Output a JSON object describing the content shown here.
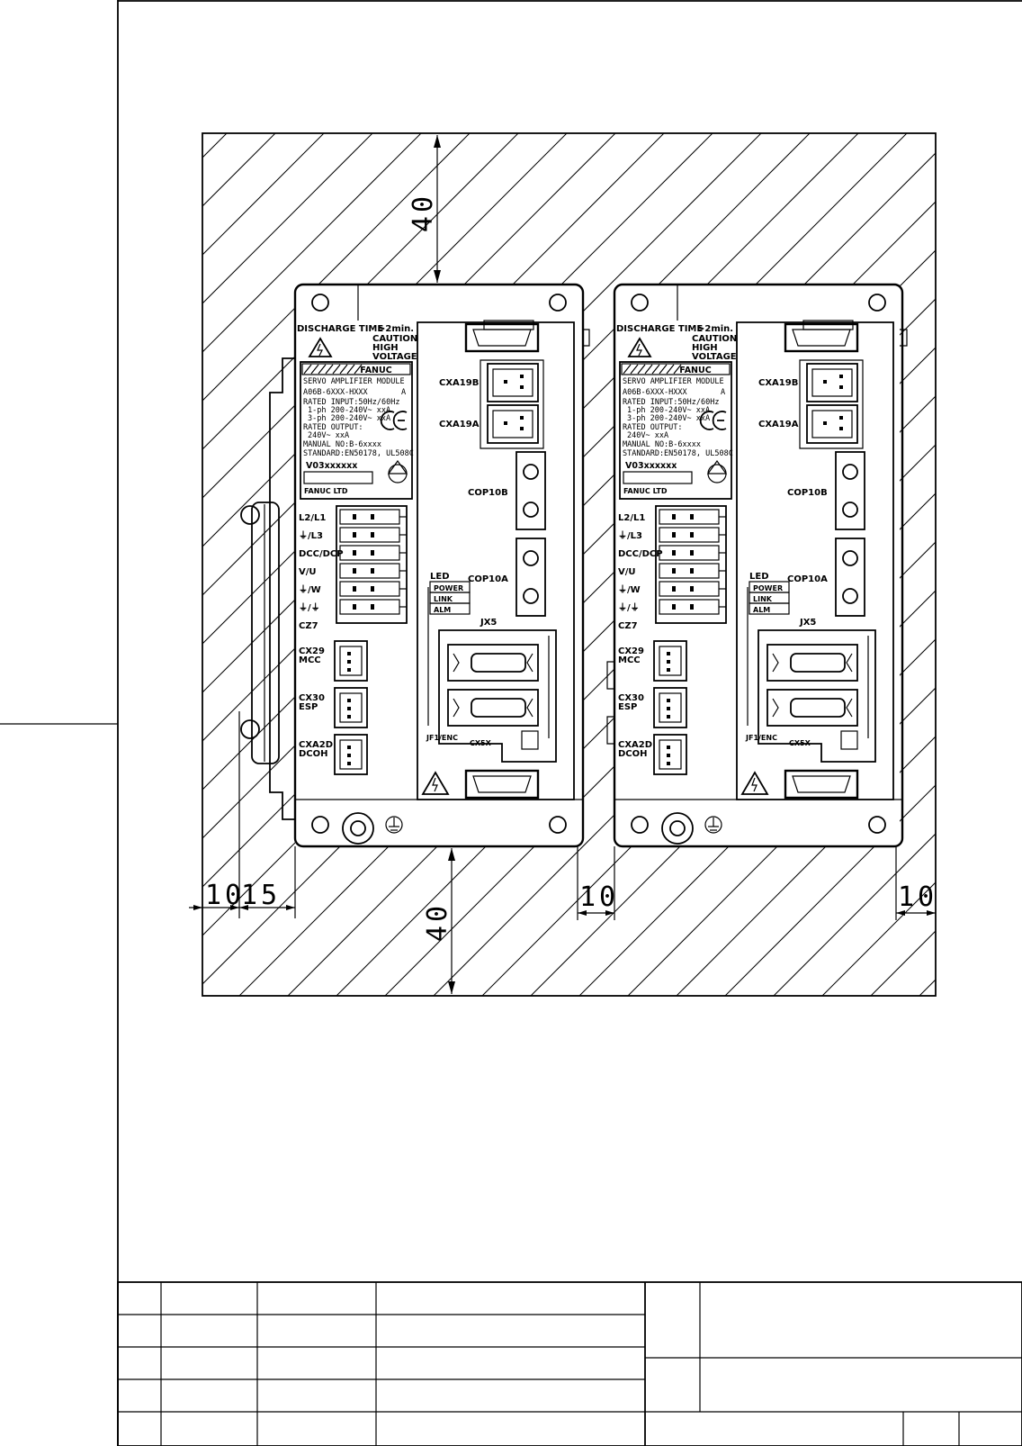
{
  "dimensions": {
    "top_clearance": "40",
    "bottom_clearance": "40",
    "left_wall": "10",
    "left_heatsink": "15",
    "between_modules": "10",
    "right_wall": "10"
  },
  "modules": [
    {
      "discharge_time": "DISCHARGE TIME",
      "discharge_min": ">2min.",
      "caution": "CAUTION",
      "high": "HIGH",
      "voltage": "VOLTAGE",
      "brand": "FANUC",
      "plate_title": "SERVO AMPLIFIER MODULE",
      "model": "A06B-6XXX-HXXX",
      "model_suffix": "A",
      "rated_input": "RATED INPUT:50Hz/60Hz",
      "input_1ph": "1-ph  200-240V~  xxA",
      "input_3ph": "3-ph  200-240V~  xxA",
      "rated_output": "RATED OUTPUT:",
      "output_v": "240V~  xxA",
      "manual": "MANUAL NO:B-6xxxx",
      "standard": "STANDARD:EN50178, UL508C",
      "serial": "V03xxxxxx",
      "maker": "FANUC LTD",
      "left_labels": [
        "L2/L1",
        "⏚/L3",
        "DCC/DCP",
        "V/U",
        "⏚/W",
        "⏚/⏚",
        "CZ7"
      ],
      "cx29": "CX29",
      "mcc": "MCC",
      "cx30": "CX30",
      "esp": "ESP",
      "cxa2d": "CXA2D",
      "dcoh": "DCOH",
      "cxa19b": "CXA19B",
      "cxa19a": "CXA19A",
      "cop10b": "COP10B",
      "cop10a": "COP10A",
      "led": "LED",
      "led_items": [
        "POWER",
        "LINK",
        "ALM"
      ],
      "jx5": "JX5",
      "jf1_enc": "JF1/ENC",
      "cx5x": "CX5X"
    },
    {
      "discharge_time": "DISCHARGE TIME",
      "discharge_min": ">2min.",
      "caution": "CAUTION",
      "high": "HIGH",
      "voltage": "VOLTAGE",
      "brand": "FANUC",
      "plate_title": "SERVO AMPLIFIER MODULE",
      "model": "A06B-6XXX-HXXX",
      "model_suffix": "A",
      "rated_input": "RATED INPUT:50Hz/60Hz",
      "input_1ph": "1-ph  200-240V~  xxA",
      "input_3ph": "3-ph  200-240V~  xxA",
      "rated_output": "RATED OUTPUT:",
      "output_v": "240V~  xxA",
      "manual": "MANUAL NO:B-6xxxx",
      "standard": "STANDARD:EN50178, UL508C",
      "serial": "V03xxxxxx",
      "maker": "FANUC LTD",
      "left_labels": [
        "L2/L1",
        "⏚/L3",
        "DCC/DCP",
        "V/U",
        "⏚/W",
        "⏚/⏚",
        "CZ7"
      ],
      "cx29": "CX29",
      "mcc": "MCC",
      "cx30": "CX30",
      "esp": "ESP",
      "cxa2d": "CXA2D",
      "dcoh": "DCOH",
      "cxa19b": "CXA19B",
      "cxa19a": "CXA19A",
      "cop10b": "COP10B",
      "cop10a": "COP10A",
      "led": "LED",
      "led_items": [
        "POWER",
        "LINK",
        "ALM"
      ],
      "jx5": "JX5",
      "jf1_enc": "JF1/ENC",
      "cx5x": "CX5X"
    }
  ],
  "title_block": {
    "revision_rows": [
      [
        "",
        "",
        "",
        ""
      ],
      [
        "",
        "",
        "",
        ""
      ],
      [
        "",
        "",
        "",
        ""
      ],
      [
        "",
        "",
        "",
        ""
      ],
      [
        "",
        "",
        "",
        ""
      ]
    ]
  }
}
